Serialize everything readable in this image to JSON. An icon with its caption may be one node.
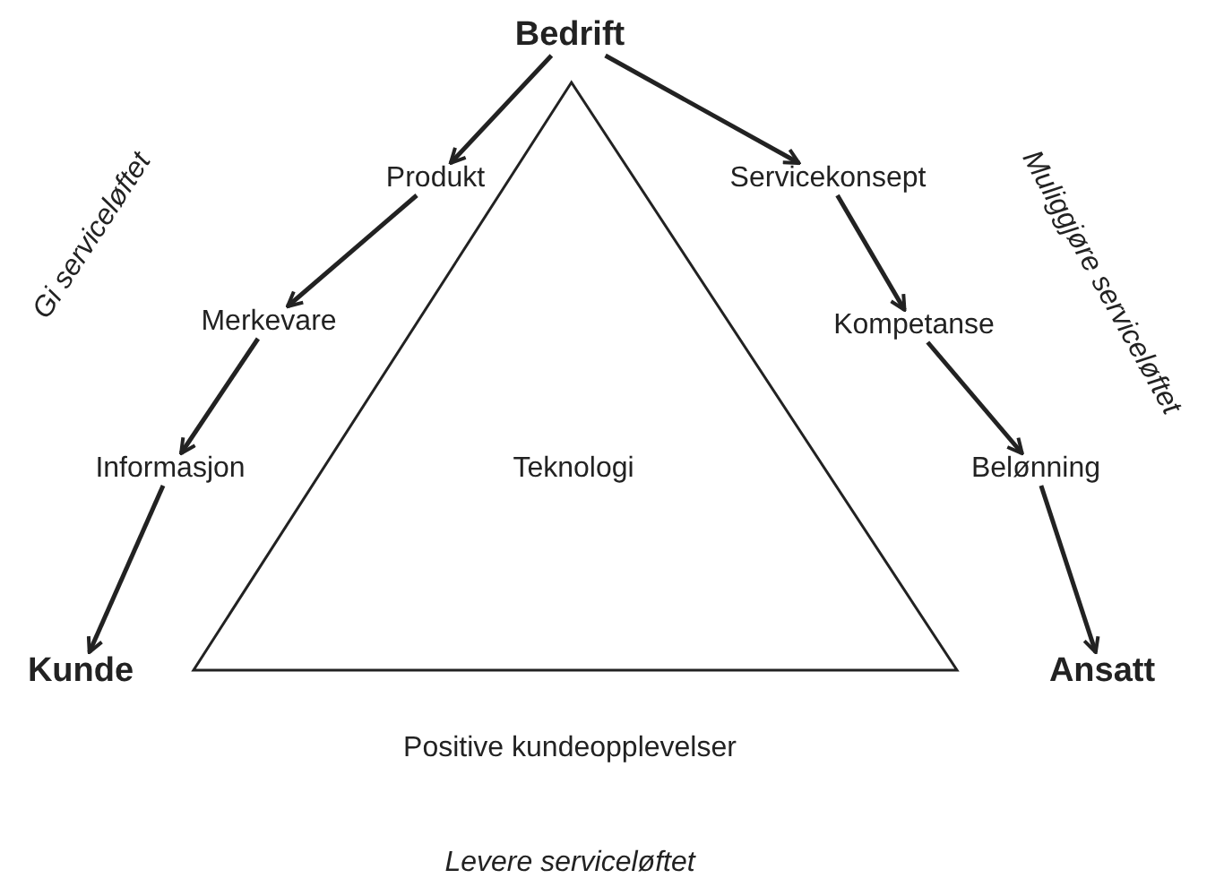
{
  "diagram": {
    "nodes": [
      {
        "text": [
          "Bedrift"
        ]
      },
      {
        "text": [
          "Produkt"
        ]
      },
      {
        "text": [
          "Servicekonsept"
        ]
      },
      {
        "text": [
          "Merkevare"
        ]
      },
      {
        "text": [
          "Kompetanse"
        ]
      },
      {
        "text": [
          "Informasjon"
        ]
      },
      {
        "text": [
          "Teknologi"
        ]
      },
      {
        "text": [
          "Belønning"
        ]
      },
      {
        "text": [
          "Kunde"
        ]
      },
      {
        "text": [
          "Ansatt"
        ]
      }
    ],
    "edges": [
      {
        "from": 0,
        "to": 1,
        "arrow": "to"
      },
      {
        "from": 1,
        "to": 3,
        "arrow": "to"
      },
      {
        "from": 3,
        "to": 5,
        "arrow": "to"
      },
      {
        "from": 5,
        "to": 8,
        "arrow": "to"
      },
      {
        "from": 0,
        "to": 2,
        "arrow": "to"
      },
      {
        "from": 2,
        "to": 4,
        "arrow": "to"
      },
      {
        "from": 4,
        "to": 7,
        "arrow": "to"
      },
      {
        "from": 7,
        "to": 9,
        "arrow": "to"
      }
    ],
    "labels": [
      "Gi serviceløftet",
      "Muliggjøre serviceløftet",
      "Positive kundeopplevelser",
      "Levere serviceløftet"
    ]
  }
}
